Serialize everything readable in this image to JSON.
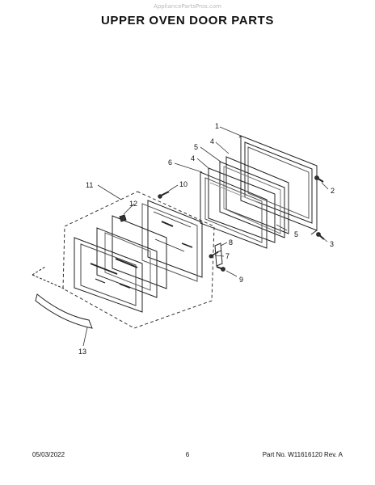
{
  "watermark": "AppliancePartsPros.com",
  "title": "UPPER OVEN DOOR PARTS",
  "callouts": [
    "1",
    "2",
    "3",
    "4",
    "4",
    "5",
    "5",
    "6",
    "7",
    "8",
    "9",
    "10",
    "11",
    "12",
    "13"
  ],
  "footer": {
    "date": "05/03/2022",
    "page": "6",
    "part": "Part No. W11616120  Rev. A"
  }
}
